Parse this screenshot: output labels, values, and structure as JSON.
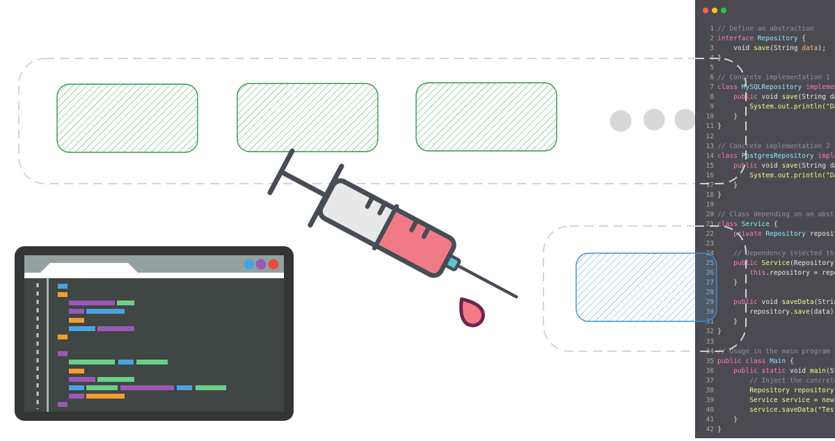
{
  "colors": {
    "module_stroke": "#2e9a43",
    "module_hatch": "#46a85a",
    "injected_stroke": "#3d8fd8",
    "injected_hatch": "#5aa2e0",
    "dashed": "#d4d4d4",
    "ellipsis": "#d8d8d8",
    "syringe_outline": "#474c55",
    "syringe_barrel": "#e8e8e8",
    "syringe_liquid": "#f07a86",
    "syringe_tip": "#5ec5cc",
    "drop_outline": "#6b2452",
    "drop_fill": "#f07a86",
    "editor_bg": "#4a4a50",
    "laptop_bezel": "#333536",
    "laptop_screen": "#3f4644",
    "laptop_browser": "#93a2a1",
    "light_red": "#ff5f57",
    "light_yellow": "#febc2e",
    "light_green": "#28c840"
  },
  "icons": {
    "syringe": "syringe-icon",
    "drop": "drop-icon",
    "laptop": "code-laptop-icon",
    "ellipsis": "ellipsis-icon"
  },
  "code_lines": [
    {
      "n": "1",
      "tokens": [
        {
          "t": "comment",
          "v": "// Define an abstraction"
        }
      ]
    },
    {
      "n": "2",
      "tokens": [
        {
          "t": "keyword",
          "v": "interface "
        },
        {
          "t": "type",
          "v": "Repository"
        },
        {
          "t": "plain",
          "v": " {"
        }
      ]
    },
    {
      "n": "3",
      "tokens": [
        {
          "t": "plain",
          "v": "    void "
        },
        {
          "t": "func",
          "v": "save"
        },
        {
          "t": "plain",
          "v": "(String "
        },
        {
          "t": "param",
          "v": "data"
        },
        {
          "t": "plain",
          "v": ");"
        }
      ]
    },
    {
      "n": "4",
      "tokens": [
        {
          "t": "plain",
          "v": "}"
        }
      ]
    },
    {
      "n": "5",
      "tokens": []
    },
    {
      "n": "6",
      "tokens": [
        {
          "t": "comment",
          "v": "// Concrete implementation 1"
        }
      ]
    },
    {
      "n": "7",
      "tokens": [
        {
          "t": "keyword",
          "v": "class "
        },
        {
          "t": "type",
          "v": "MySQLRepository"
        },
        {
          "t": "keyword",
          "v": " implemen"
        }
      ]
    },
    {
      "n": "8",
      "tokens": [
        {
          "t": "keyword",
          "v": "    public "
        },
        {
          "t": "plain",
          "v": "void "
        },
        {
          "t": "func",
          "v": "save"
        },
        {
          "t": "plain",
          "v": "(String da"
        }
      ]
    },
    {
      "n": "9",
      "tokens": [
        {
          "t": "func",
          "v": "        System.out.println(\"Da"
        }
      ]
    },
    {
      "n": "10",
      "tokens": [
        {
          "t": "plain",
          "v": "    }"
        }
      ]
    },
    {
      "n": "11",
      "tokens": [
        {
          "t": "plain",
          "v": "}"
        }
      ]
    },
    {
      "n": "12",
      "tokens": []
    },
    {
      "n": "13",
      "tokens": [
        {
          "t": "comment",
          "v": "// Concrete implementation 2"
        }
      ]
    },
    {
      "n": "14",
      "tokens": [
        {
          "t": "keyword",
          "v": "class "
        },
        {
          "t": "type",
          "v": "PostgresRepository"
        },
        {
          "t": "keyword",
          "v": " imple"
        }
      ]
    },
    {
      "n": "15",
      "tokens": [
        {
          "t": "keyword",
          "v": "    public "
        },
        {
          "t": "plain",
          "v": "void "
        },
        {
          "t": "func",
          "v": "save"
        },
        {
          "t": "plain",
          "v": "(String da"
        }
      ]
    },
    {
      "n": "16",
      "tokens": [
        {
          "t": "func",
          "v": "        System.out.println(\"Da"
        }
      ]
    },
    {
      "n": "17",
      "tokens": [
        {
          "t": "plain",
          "v": "    }"
        }
      ]
    },
    {
      "n": "18",
      "tokens": [
        {
          "t": "plain",
          "v": "}"
        }
      ]
    },
    {
      "n": "19",
      "tokens": []
    },
    {
      "n": "20",
      "tokens": [
        {
          "t": "comment",
          "v": "// Class depending on an abstr"
        }
      ]
    },
    {
      "n": "21",
      "tokens": [
        {
          "t": "keyword",
          "v": "class "
        },
        {
          "t": "type",
          "v": "Service"
        },
        {
          "t": "plain",
          "v": " {"
        }
      ]
    },
    {
      "n": "22",
      "tokens": [
        {
          "t": "keyword",
          "v": "    private "
        },
        {
          "t": "type",
          "v": "Repository "
        },
        {
          "t": "plain",
          "v": "reposit"
        }
      ]
    },
    {
      "n": "23",
      "tokens": []
    },
    {
      "n": "24",
      "tokens": [
        {
          "t": "comment",
          "v": "    // Dependency injected thr"
        }
      ]
    },
    {
      "n": "25",
      "tokens": [
        {
          "t": "keyword",
          "v": "    public "
        },
        {
          "t": "func",
          "v": "Service"
        },
        {
          "t": "plain",
          "v": "(Repository "
        }
      ]
    },
    {
      "n": "26",
      "tokens": [
        {
          "t": "keyword",
          "v": "        this"
        },
        {
          "t": "plain",
          "v": ".repository = repo"
        }
      ]
    },
    {
      "n": "27",
      "tokens": [
        {
          "t": "plain",
          "v": "    }"
        }
      ]
    },
    {
      "n": "28",
      "tokens": []
    },
    {
      "n": "29",
      "tokens": [
        {
          "t": "keyword",
          "v": "    public "
        },
        {
          "t": "plain",
          "v": "void "
        },
        {
          "t": "func",
          "v": "saveData"
        },
        {
          "t": "plain",
          "v": "(Strin"
        }
      ]
    },
    {
      "n": "30",
      "tokens": [
        {
          "t": "plain",
          "v": "        repository."
        },
        {
          "t": "func",
          "v": "save"
        },
        {
          "t": "plain",
          "v": "(data);"
        }
      ]
    },
    {
      "n": "31",
      "tokens": [
        {
          "t": "plain",
          "v": "    }"
        }
      ]
    },
    {
      "n": "32",
      "tokens": [
        {
          "t": "plain",
          "v": "}"
        }
      ]
    },
    {
      "n": "33",
      "tokens": []
    },
    {
      "n": "34",
      "tokens": [
        {
          "t": "comment",
          "v": "// Usage in the main program"
        }
      ]
    },
    {
      "n": "35",
      "tokens": [
        {
          "t": "keyword",
          "v": "public class "
        },
        {
          "t": "type",
          "v": "Main"
        },
        {
          "t": "plain",
          "v": " {"
        }
      ]
    },
    {
      "n": "36",
      "tokens": [
        {
          "t": "keyword",
          "v": "    public static "
        },
        {
          "t": "plain",
          "v": "void "
        },
        {
          "t": "func",
          "v": "main"
        },
        {
          "t": "plain",
          "v": "(St"
        }
      ]
    },
    {
      "n": "37",
      "tokens": [
        {
          "t": "comment",
          "v": "        // Inject the concrete"
        }
      ]
    },
    {
      "n": "38",
      "tokens": [
        {
          "t": "func",
          "v": "        Repository repository "
        }
      ]
    },
    {
      "n": "39",
      "tokens": [
        {
          "t": "func",
          "v": "        Service service = new "
        }
      ]
    },
    {
      "n": "40",
      "tokens": [
        {
          "t": "func",
          "v": "        service.saveData(\"Test"
        }
      ]
    },
    {
      "n": "41",
      "tokens": [
        {
          "t": "plain",
          "v": "    }"
        }
      ]
    },
    {
      "n": "42",
      "tokens": [
        {
          "t": "plain",
          "v": "}"
        }
      ]
    }
  ]
}
